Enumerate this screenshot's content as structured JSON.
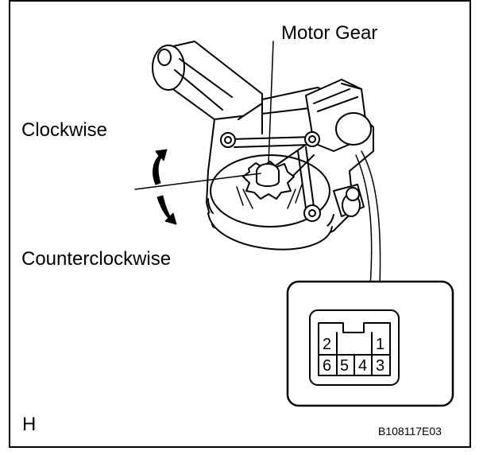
{
  "labels": {
    "motor_gear": "Motor Gear",
    "clockwise": "Clockwise",
    "counterclockwise": "Counterclockwise",
    "view_letter": "H",
    "figure_code": "B108117E03"
  },
  "connector": {
    "top_row": [
      "2",
      "",
      "1"
    ],
    "bottom_row": [
      "6",
      "5",
      "4",
      "3"
    ]
  },
  "icons": {
    "rotation": "curved-double-arrow-icon",
    "motor": "window-regulator-motor-icon",
    "connector": "connector-terminal-icon"
  }
}
